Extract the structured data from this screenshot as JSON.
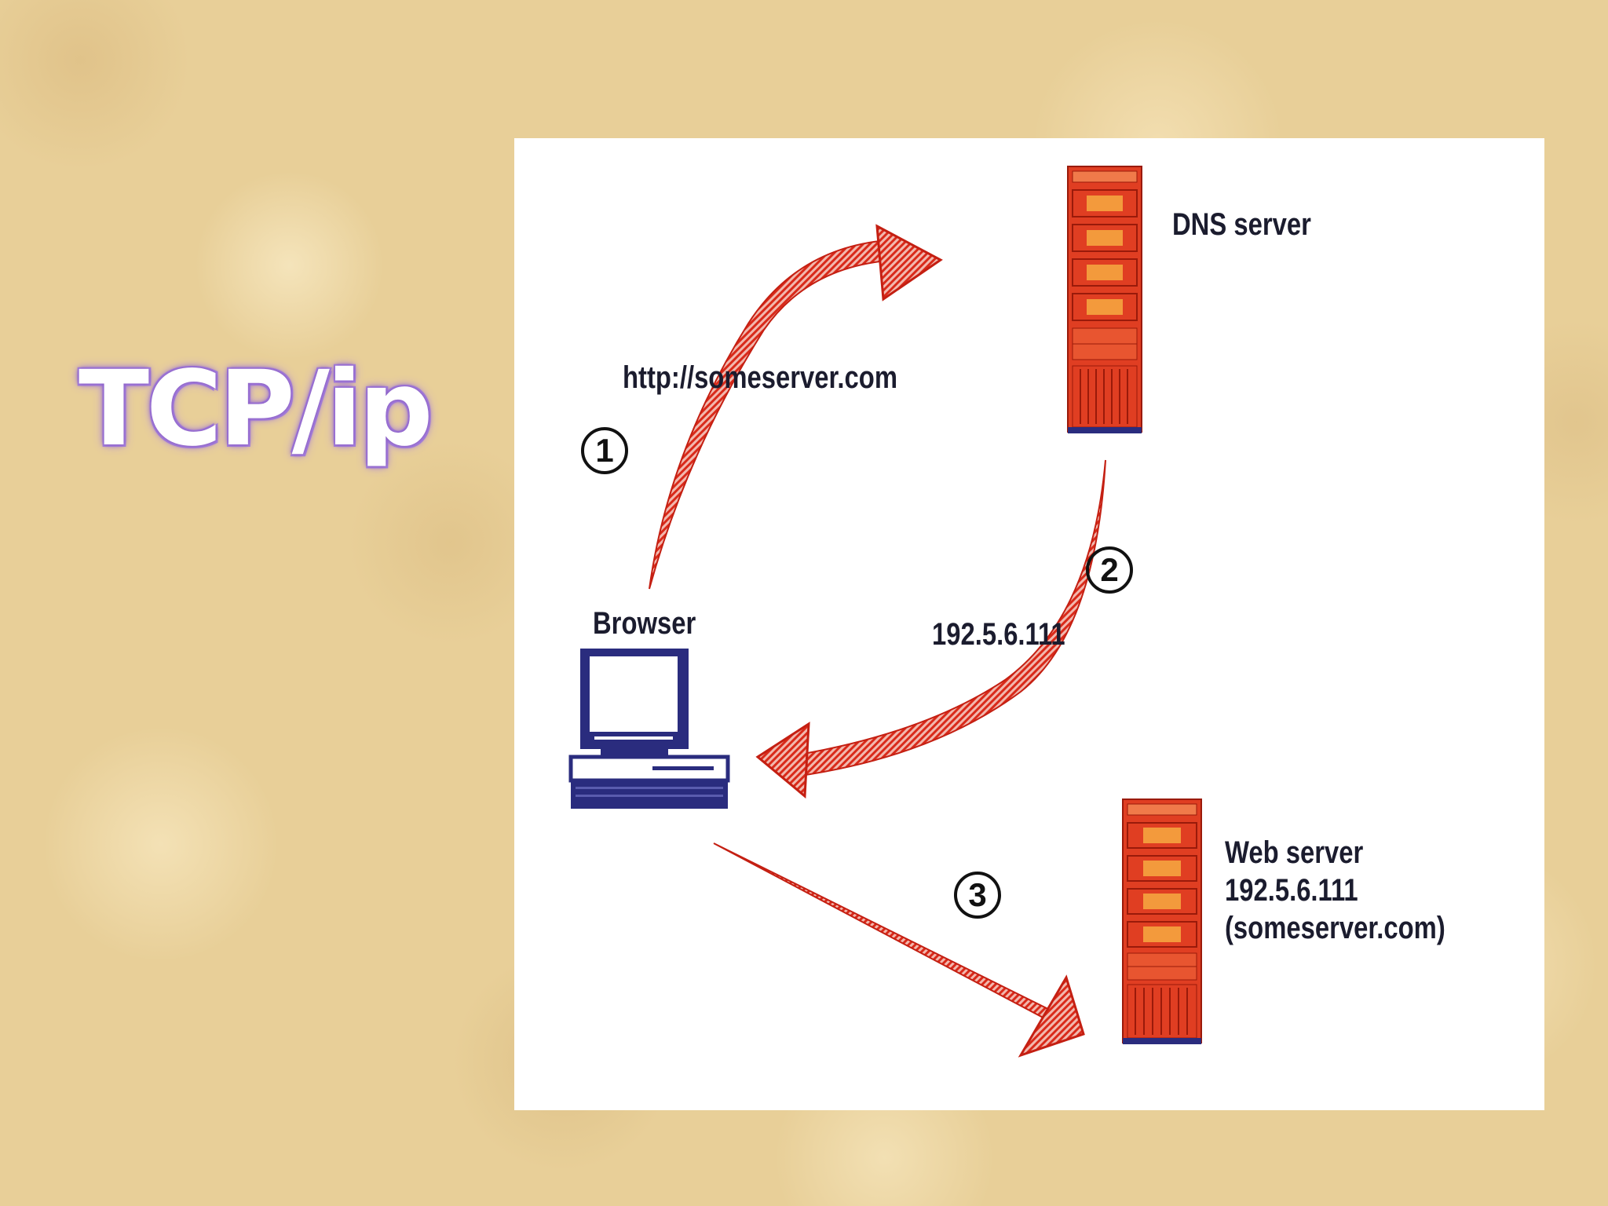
{
  "slide": {
    "title": "TCP/ip"
  },
  "diagram": {
    "nodes": {
      "browser": {
        "label": "Browser",
        "icon": "desktop-computer-icon"
      },
      "dns_server": {
        "label": "DNS server",
        "icon": "server-tower-icon"
      },
      "web_server": {
        "label_lines": [
          "Web server",
          "192.5.6.111",
          "(someserver.com)"
        ],
        "icon": "server-tower-icon"
      }
    },
    "steps": [
      {
        "number": "1",
        "label": "http://someserver.com",
        "from": "browser",
        "to": "dns_server"
      },
      {
        "number": "2",
        "label": "192.5.6.111",
        "from": "dns_server",
        "to": "browser"
      },
      {
        "number": "3",
        "label": "",
        "from": "browser",
        "to": "web_server"
      }
    ]
  },
  "colors": {
    "background": "#e8cf98",
    "arrow": "#d92a1a",
    "server": "#e03e22",
    "server_panel": "#f39a3c",
    "computer": "#2a2c7e",
    "title_glow": "#a57fd8"
  }
}
